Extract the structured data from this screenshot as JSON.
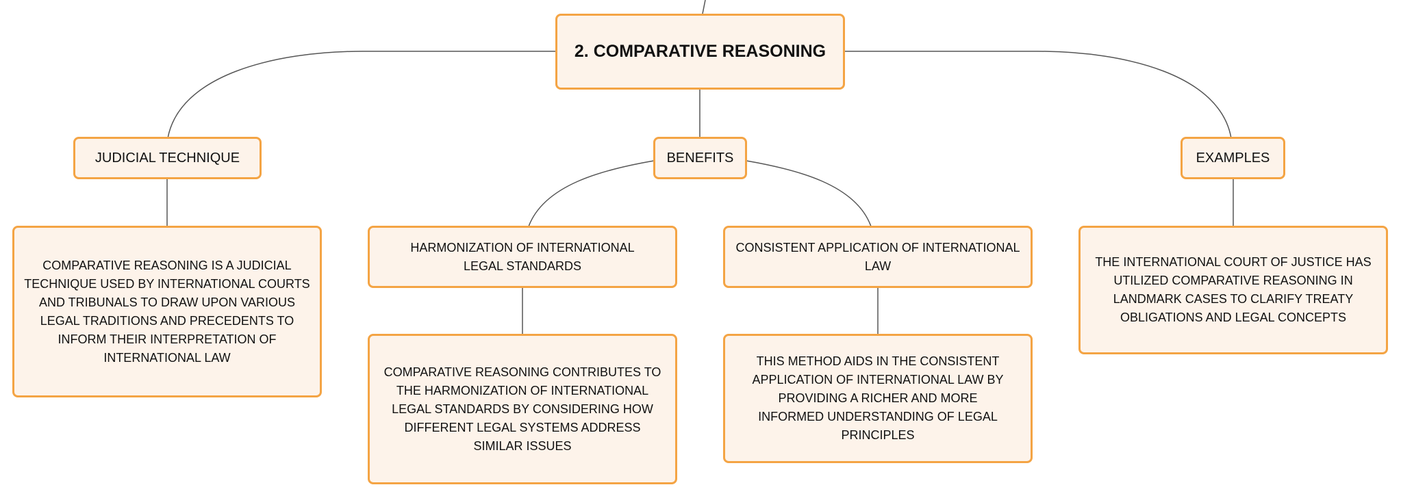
{
  "colors": {
    "node_fill": "#fdf3ea",
    "node_border": "#f4a444",
    "connector": "#555555",
    "text": "#111111"
  },
  "root": {
    "label": "2. COMPARATIVE REASONING"
  },
  "branches": {
    "judicial_technique": {
      "label": "JUDICIAL TECHNIQUE",
      "detail": "COMPARATIVE REASONING IS A JUDICIAL TECHNIQUE USED BY INTERNATIONAL COURTS AND TRIBUNALS TO DRAW UPON VARIOUS LEGAL TRADITIONS AND PRECEDENTS TO INFORM THEIR INTERPRETATION OF INTERNATIONAL LAW"
    },
    "benefits": {
      "label": "BENEFITS",
      "harmonization": {
        "label": "HARMONIZATION OF INTERNATIONAL LEGAL STANDARDS",
        "detail": "COMPARATIVE REASONING CONTRIBUTES TO THE HARMONIZATION OF INTERNATIONAL LEGAL STANDARDS BY CONSIDERING HOW DIFFERENT LEGAL SYSTEMS ADDRESS SIMILAR ISSUES"
      },
      "consistent": {
        "label": "CONSISTENT APPLICATION OF INTERNATIONAL LAW",
        "detail": "THIS METHOD AIDS IN THE CONSISTENT APPLICATION OF INTERNATIONAL LAW BY PROVIDING A RICHER AND MORE INFORMED UNDERSTANDING OF LEGAL PRINCIPLES"
      }
    },
    "examples": {
      "label": "EXAMPLES",
      "detail": "THE INTERNATIONAL COURT OF JUSTICE HAS UTILIZED COMPARATIVE REASONING IN LANDMARK CASES TO CLARIFY TREATY OBLIGATIONS AND LEGAL CONCEPTS"
    }
  }
}
